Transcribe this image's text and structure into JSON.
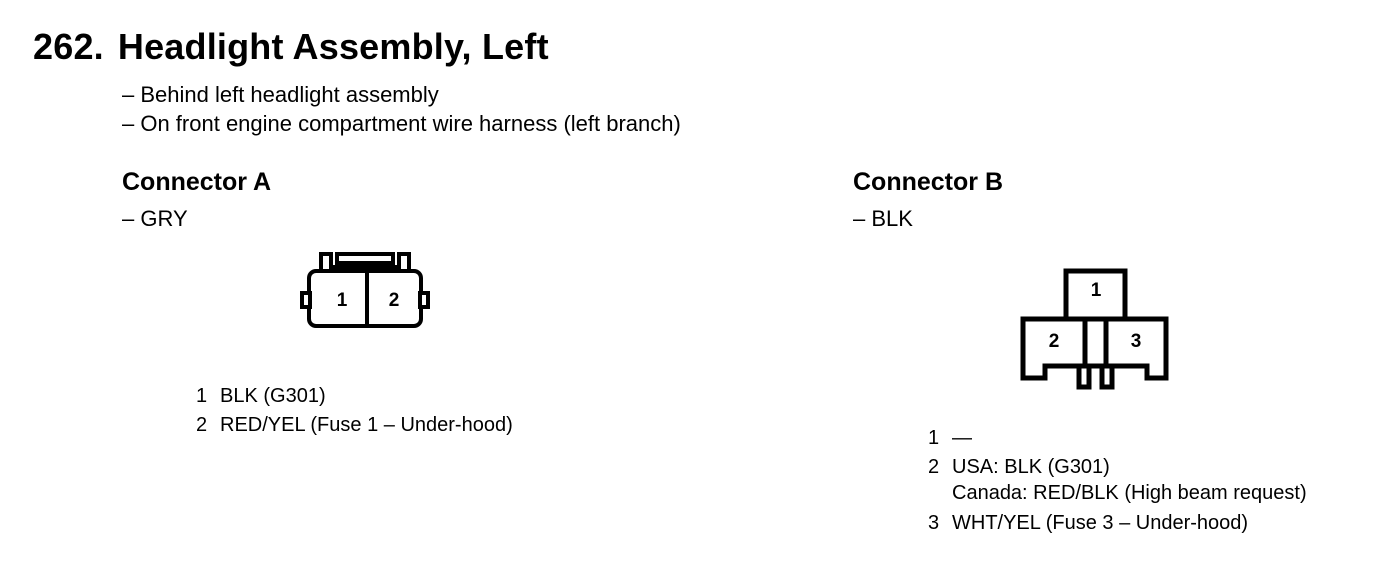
{
  "header": {
    "number": "262.",
    "title": "Headlight Assembly, Left"
  },
  "locations": [
    "– Behind left headlight assembly",
    "– On front engine compartment wire harness (left branch)"
  ],
  "connector_a": {
    "title": "Connector A",
    "color": "– GRY",
    "cavity_labels": [
      "1",
      "2"
    ],
    "pins": [
      {
        "pin": "1",
        "desc": "BLK (G301)"
      },
      {
        "pin": "2",
        "desc": "RED/YEL (Fuse 1 – Under-hood)"
      }
    ]
  },
  "connector_b": {
    "title": "Connector B",
    "color": "– BLK",
    "cavity_labels": [
      "1",
      "2",
      "3"
    ],
    "pins": [
      {
        "pin": "1",
        "desc": "—"
      },
      {
        "pin": "2",
        "desc": "USA: BLK (G301)",
        "desc2": "Canada: RED/BLK (High beam request)"
      },
      {
        "pin": "3",
        "desc": "WHT/YEL (Fuse 3 – Under-hood)"
      }
    ]
  }
}
